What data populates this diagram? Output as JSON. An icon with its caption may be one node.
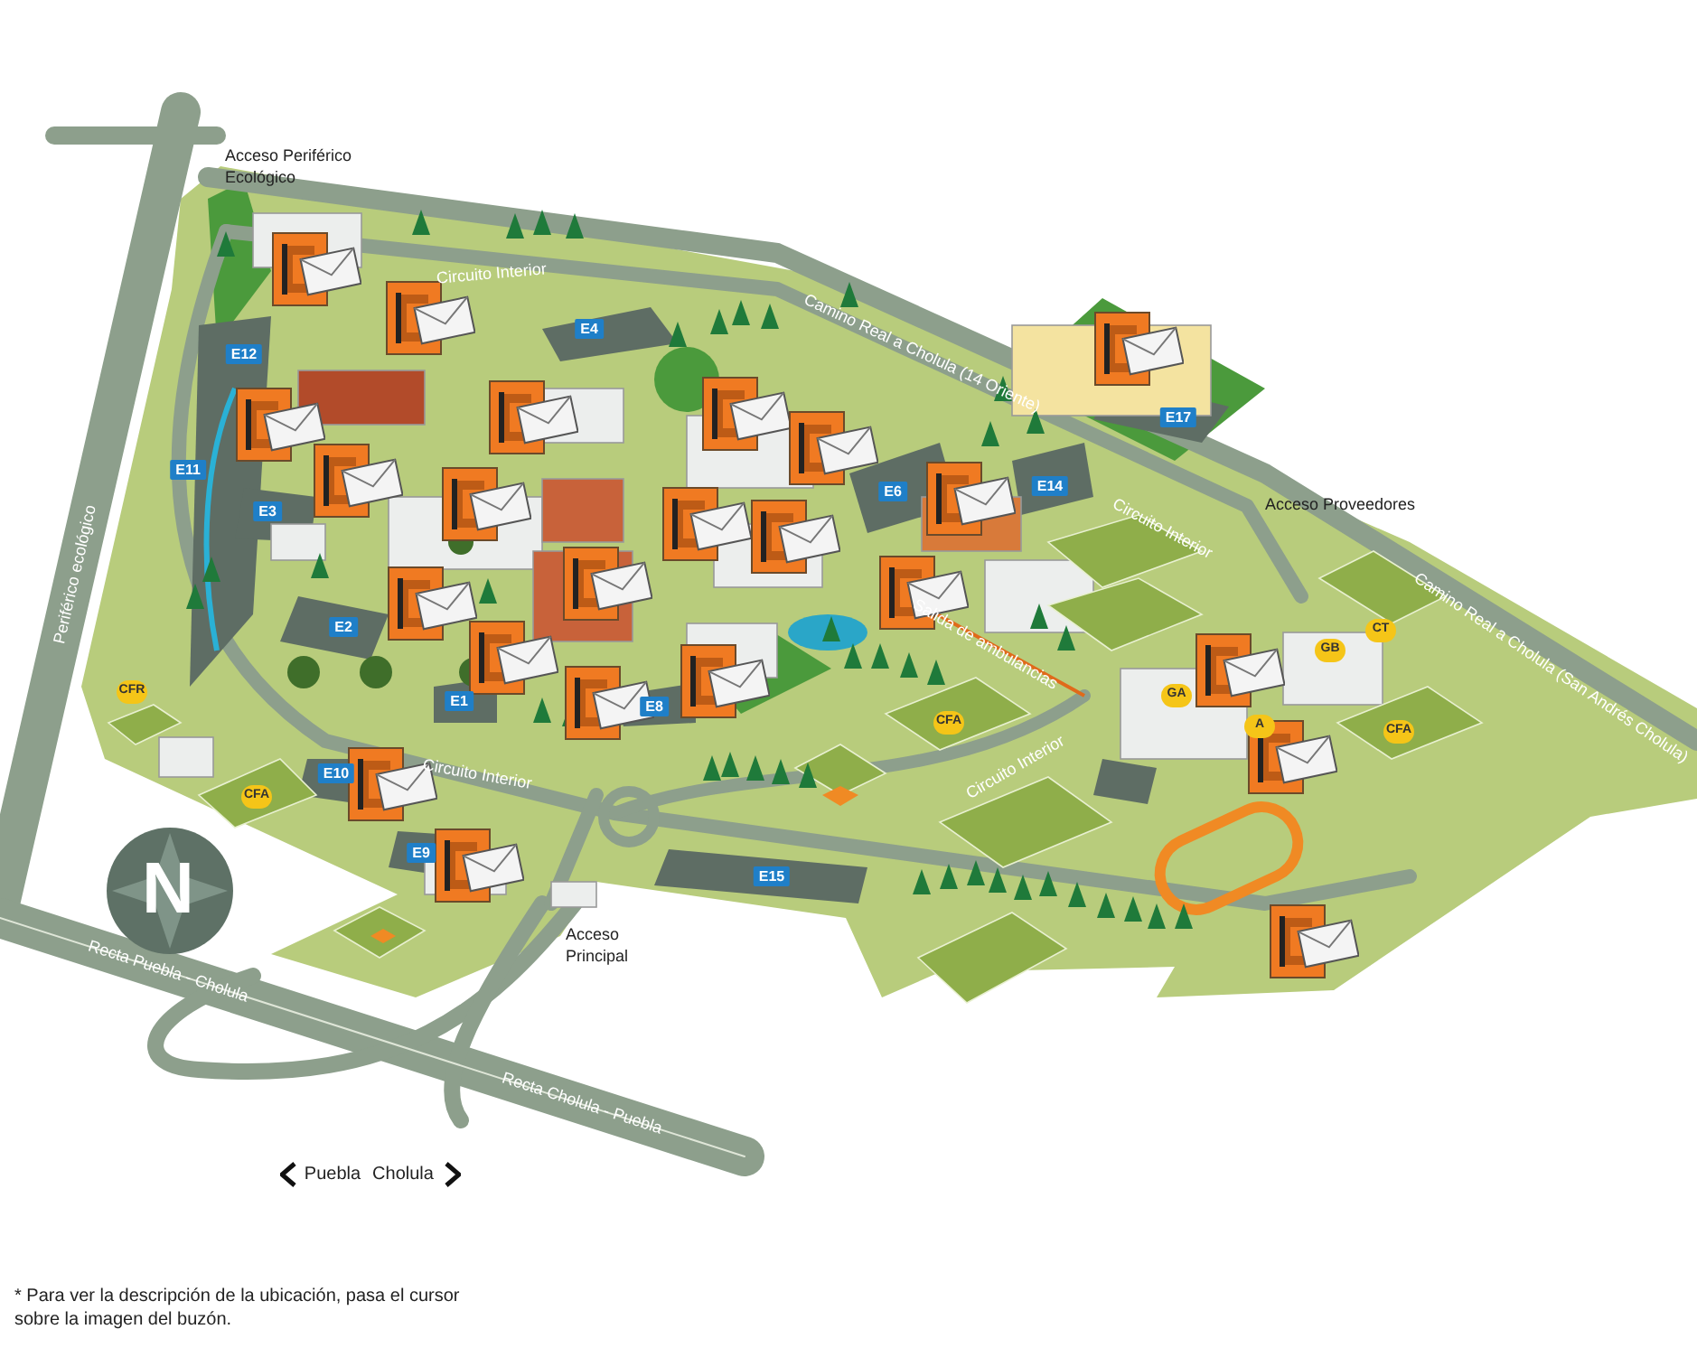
{
  "diagram": {
    "labels": [
      "Acceso Periférico Ecológico",
      "Circuito Interior",
      "Camino Real a Cholula (14 Oriente)",
      "E4",
      "E12",
      "E17",
      "E11",
      "E3",
      "E6",
      "E14",
      "Circuito Interior",
      "Acceso Proveedores",
      "E2",
      "Periférico ecológico",
      "Salida de ambulancias",
      "Camino Real a Cholula (San Andrés Cholula)",
      "GB",
      "CT",
      "GA",
      "A",
      "CFR",
      "E1",
      "E8",
      "CFA",
      "CFA",
      "CFA",
      "E10",
      "Circuito Interior",
      "Circuito Interior",
      "E9",
      "E15",
      "N",
      "Acceso Principal",
      "Recta Puebla - Cholula",
      "Recta Cholula - Puebla",
      "Puebla",
      "Cholula"
    ],
    "caption": "* Para ver la descripción de la ubicación, pasa el cursor sobre la imagen del buzón."
  }
}
